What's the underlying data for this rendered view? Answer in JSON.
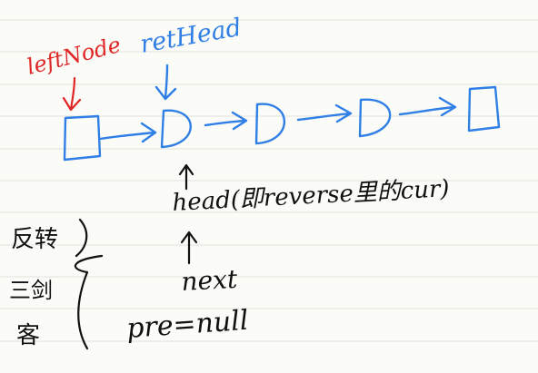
{
  "labels": {
    "left_node": "leftNode",
    "ret_head": "retHead",
    "head_note": "head(即reverse里的cur)",
    "next": "next",
    "pre_null": "pre=null",
    "brace_line1": "反转",
    "brace_line2": "三剑",
    "brace_line3": "客"
  },
  "colors": {
    "red_ink": "#e02626",
    "blue_ink": "#2f7fe6",
    "black_ink": "#111111",
    "paper": "#fbfbf7"
  },
  "linked_list": {
    "node_count": 5
  }
}
